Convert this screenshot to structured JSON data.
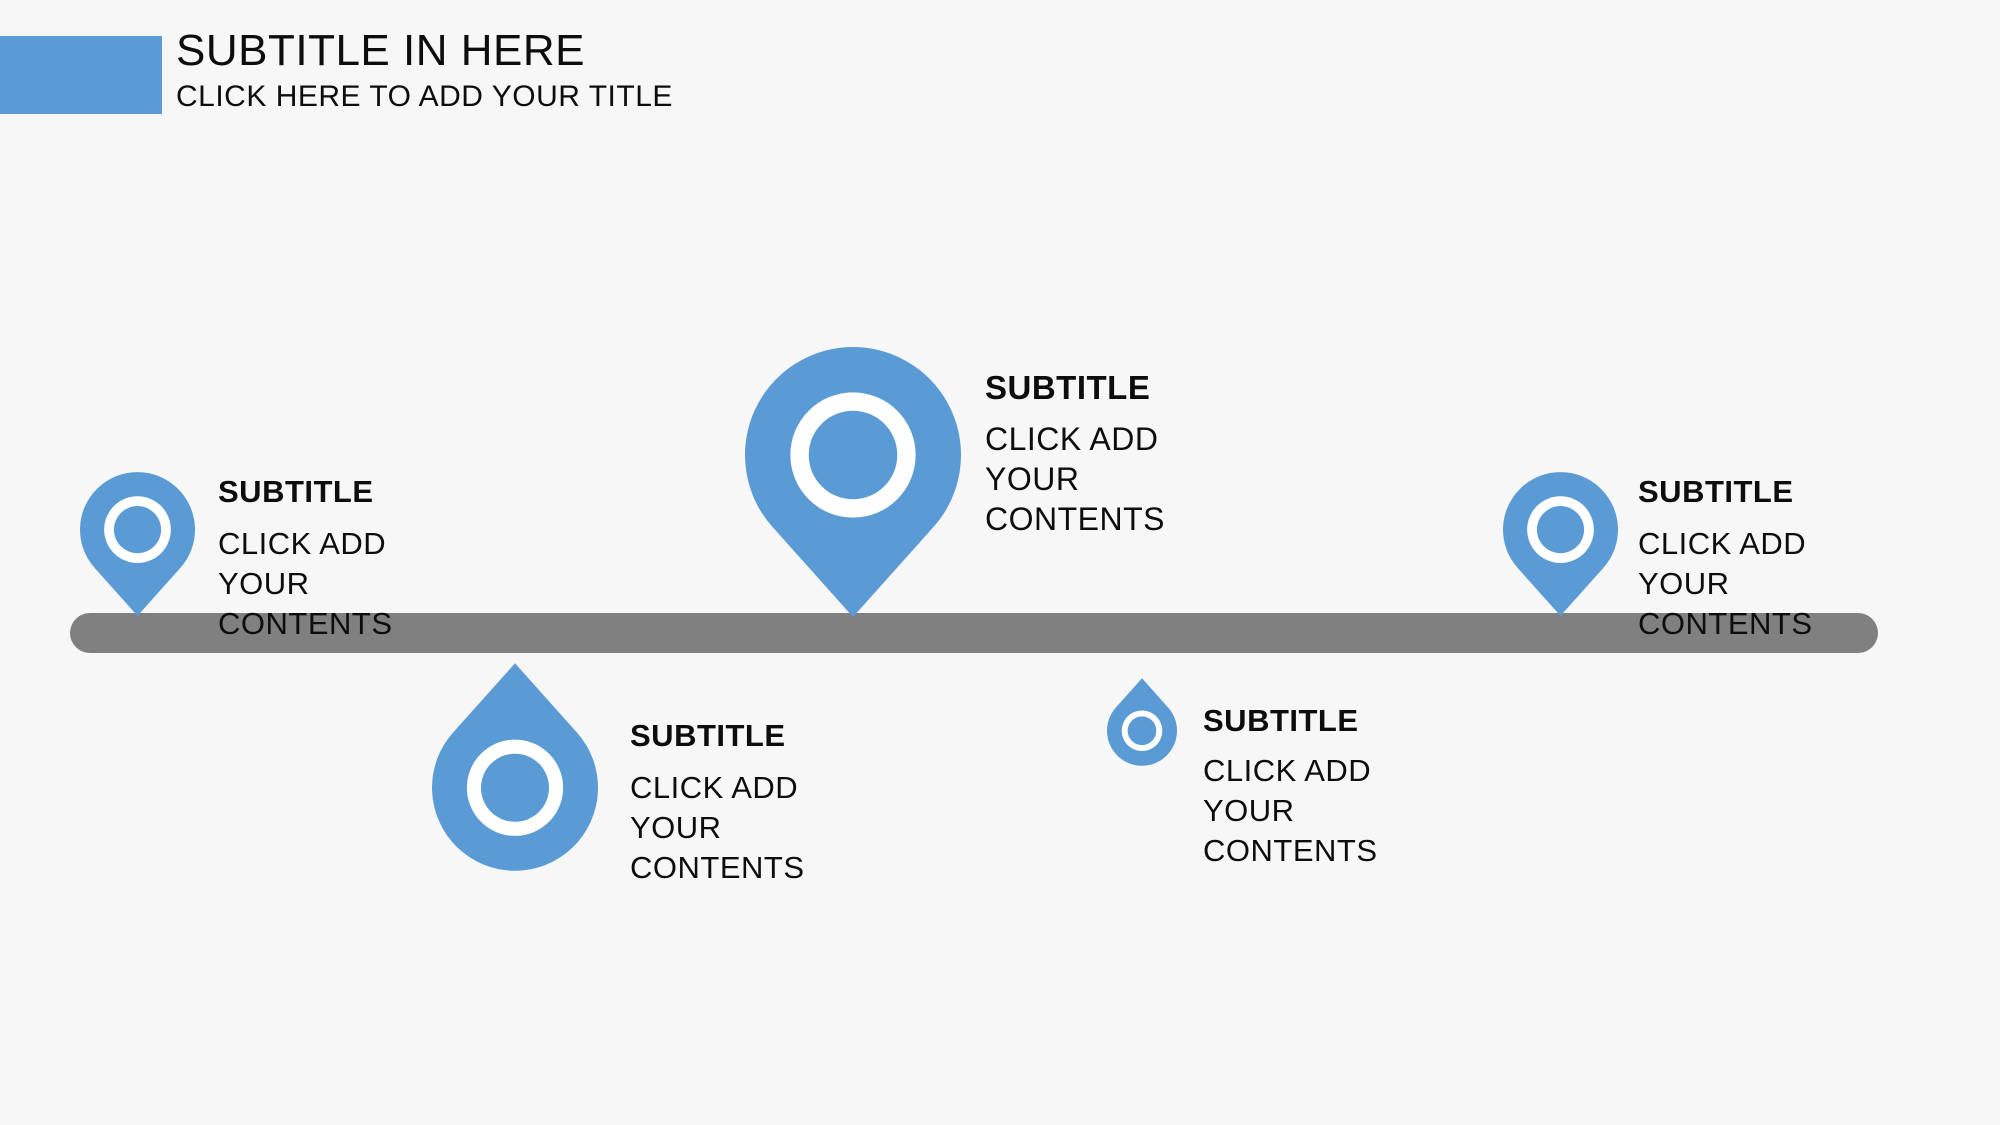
{
  "colors": {
    "accent": "#5B9BD5",
    "bar": "#808080",
    "background": "#F7F7F7",
    "text": "#111111"
  },
  "header": {
    "title": "SUBTITLE IN HERE",
    "subtitle": "CLICK HERE TO ADD YOUR TITLE"
  },
  "timeline": {
    "bar": "timeline-bar",
    "markers": [
      {
        "label": "SUBTITLE",
        "content": "CLICK ADD YOUR CONTENTS",
        "position": "above-line",
        "pin": "map-pin-down",
        "size": "small"
      },
      {
        "label": "SUBTITLE",
        "content": "CLICK ADD YOUR CONTENTS",
        "position": "below-line",
        "pin": "map-pin-up",
        "size": "medium"
      },
      {
        "label": "SUBTITLE",
        "content": "CLICK ADD YOUR CONTENTS",
        "position": "above-line",
        "pin": "map-pin-down",
        "size": "large"
      },
      {
        "label": "SUBTITLE",
        "content": "CLICK ADD YOUR CONTENTS",
        "position": "below-line",
        "pin": "map-pin-up",
        "size": "tiny"
      },
      {
        "label": "SUBTITLE",
        "content": "CLICK ADD YOUR CONTENTS",
        "position": "above-line",
        "pin": "map-pin-down",
        "size": "small"
      }
    ]
  }
}
